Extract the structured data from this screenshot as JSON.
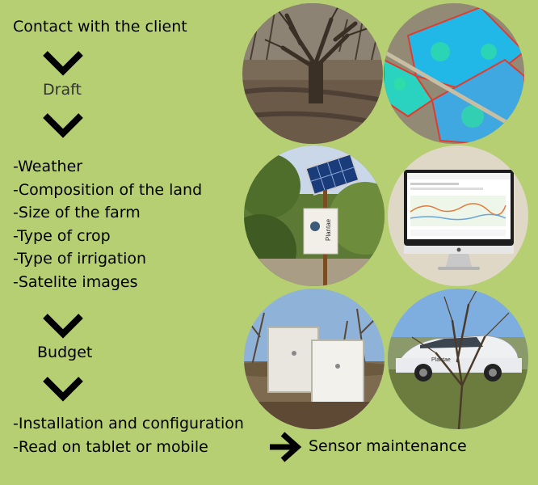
{
  "flow": {
    "step1": "Contact with the client",
    "step2": "Draft",
    "factors": [
      "-Weather",
      "-Composition of the land",
      "-Size of the farm",
      "-Type of crop",
      "-Type of irrigation",
      "-Satelite images"
    ],
    "step4": "Budget",
    "install": [
      "-Installation and configuration",
      "-Read on tablet or mobile"
    ],
    "maintenance": "Sensor maintenance"
  },
  "images": {
    "sensor_box_label": "Plantae",
    "car_logo": "Plantae"
  },
  "colors": {
    "background": "#b5cf72",
    "text": "#000000"
  }
}
